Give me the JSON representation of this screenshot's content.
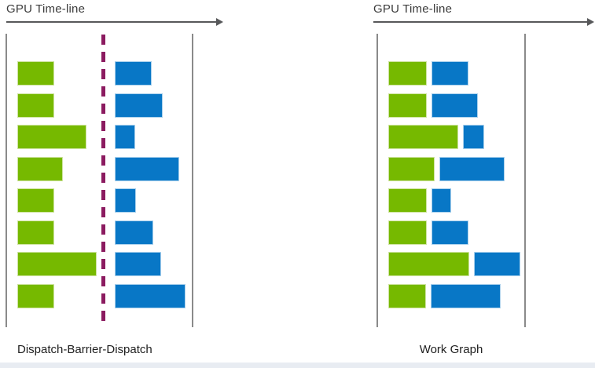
{
  "colors": {
    "green": "#76b900",
    "green_edge": "#cfe3a0",
    "blue": "#0877c6",
    "blue_edge": "#a9d0ec",
    "barrier": "#8b1b60",
    "axis_gray": "#8a8a8a",
    "arrow_gray": "#57585a"
  },
  "panels": [
    {
      "id": "dispatch-barrier-dispatch",
      "timeline_label": "GPU Time-line",
      "caption": "Dispatch-Barrier-Dispatch",
      "has_barrier": true,
      "rows": [
        {
          "green_w": 47,
          "blue_w": 47
        },
        {
          "green_w": 47,
          "blue_w": 61
        },
        {
          "green_w": 88,
          "blue_w": 26
        },
        {
          "green_w": 58,
          "blue_w": 82
        },
        {
          "green_w": 47,
          "blue_w": 27
        },
        {
          "green_w": 47,
          "blue_w": 49
        },
        {
          "green_w": 101,
          "blue_w": 59
        },
        {
          "green_w": 47,
          "blue_w": 90
        }
      ]
    },
    {
      "id": "work-graph",
      "timeline_label": "GPU Time-line",
      "caption": "Work Graph",
      "has_barrier": false,
      "rows": [
        {
          "green_w": 49,
          "blue_w": 47
        },
        {
          "green_w": 49,
          "blue_w": 59
        },
        {
          "green_w": 89,
          "blue_w": 27
        },
        {
          "green_w": 59,
          "blue_w": 83
        },
        {
          "green_w": 49,
          "blue_w": 25
        },
        {
          "green_w": 49,
          "blue_w": 47
        },
        {
          "green_w": 103,
          "blue_w": 59
        },
        {
          "green_w": 48,
          "blue_w": 89
        }
      ]
    }
  ]
}
